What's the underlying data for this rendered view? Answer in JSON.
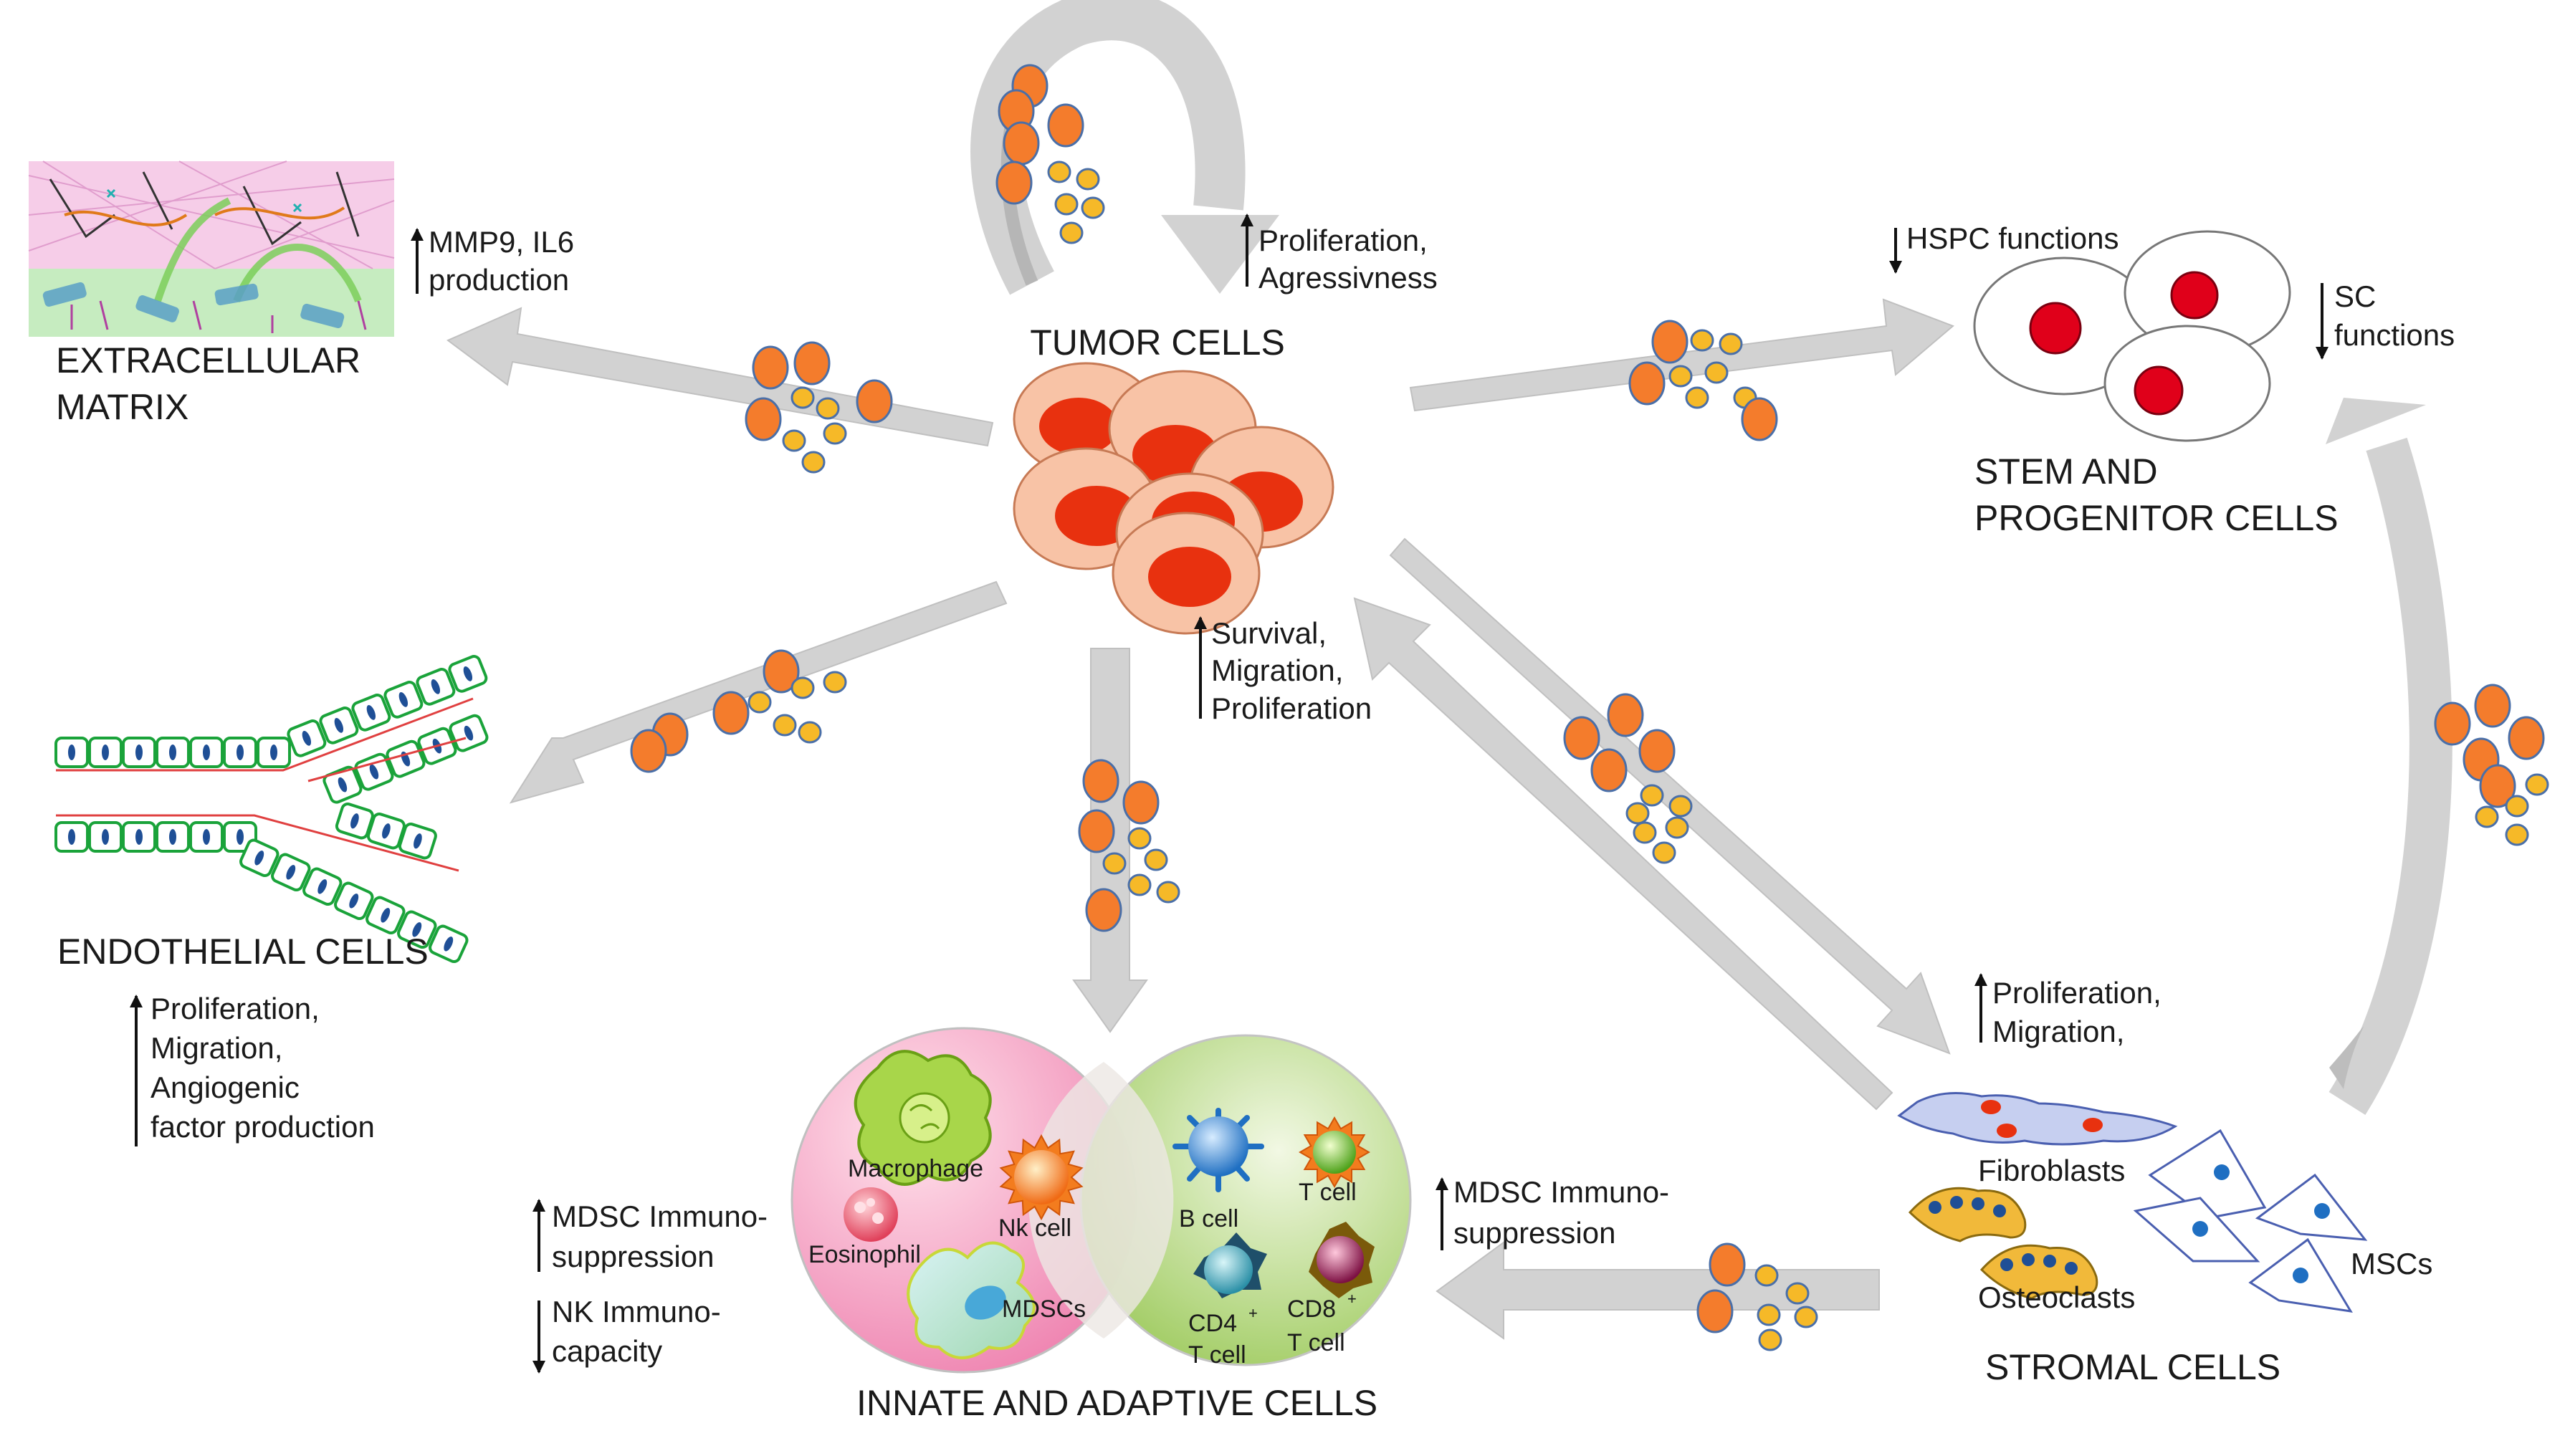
{
  "nodes": {
    "tumor": {
      "title": "TUMOR CELLS"
    },
    "ecm": {
      "title_line1": "EXTRACELLULAR",
      "title_line2": "MATRIX"
    },
    "stem": {
      "title_line1": "STEM AND",
      "title_line2": "PROGENITOR CELLS"
    },
    "endothelial": {
      "title": "ENDOTHELIAL CELLS"
    },
    "immune": {
      "title": "INNATE AND ADAPTIVE CELLS",
      "cells": {
        "macrophage": "Macrophage",
        "nk": "Nk cell",
        "eosinophil": "Eosinophil",
        "mdscs": "MDSCs",
        "bcell": "B cell",
        "tcell_line1": "T cell",
        "cd4_line1": "CD4",
        "cd4_sup": "+",
        "cd4_line2": "T cell",
        "cd8_line1": "CD8",
        "cd8_sup": "+",
        "cd8_line2": "T cell"
      }
    },
    "stromal": {
      "title": "STROMAL CELLS",
      "cells": {
        "fibroblasts": "Fibroblasts",
        "osteoclasts": "Osteoclasts",
        "mscs": "MSCs"
      }
    }
  },
  "effects": {
    "tumor_self": {
      "dir": "up",
      "line1": "Proliferation,",
      "line2": "Agressivness"
    },
    "ecm": {
      "dir": "up",
      "line1": "MMP9, IL6",
      "line2": "production"
    },
    "hspc": {
      "dir": "down",
      "line1": "HSPC functions"
    },
    "sc": {
      "dir": "down",
      "line1": "SC",
      "line2": "functions"
    },
    "tumor_from_stroma": {
      "dir": "up",
      "line1": "Survival,",
      "line2": "Migration,",
      "line3": "Proliferation"
    },
    "endothelial": {
      "dir": "up",
      "line1": "Proliferation,",
      "line2": "Migration,",
      "line3": "Angiogenic",
      "line4": "factor production"
    },
    "stromal": {
      "dir": "up",
      "line1": "Proliferation,",
      "line2": "Migration,"
    },
    "mdsc_left": {
      "dir": "up",
      "line1": "MDSC Immuno-",
      "line2": "suppression"
    },
    "nk_left": {
      "dir": "down",
      "line1": "NK Immuno-",
      "line2": "capacity"
    },
    "mdsc_right": {
      "dir": "up",
      "line1": "MDSC Immuno-",
      "line2": "suppression"
    }
  },
  "colors": {
    "arrow": "#cfcfcf",
    "vesicle_large": "#f47c2c",
    "vesicle_small": "#f6b928",
    "vesicle_stroke": "#4a6fa8",
    "tumor_cell": "#f8c3a6",
    "tumor_nucleus": "#e8310f",
    "stem_nucleus": "#e0001a",
    "endothelial_outline": "#1aa33a",
    "endothelial_nucleus": "#1f4f96",
    "innate_circle": "#f08fb8",
    "adaptive_circle": "#a6cf62"
  }
}
